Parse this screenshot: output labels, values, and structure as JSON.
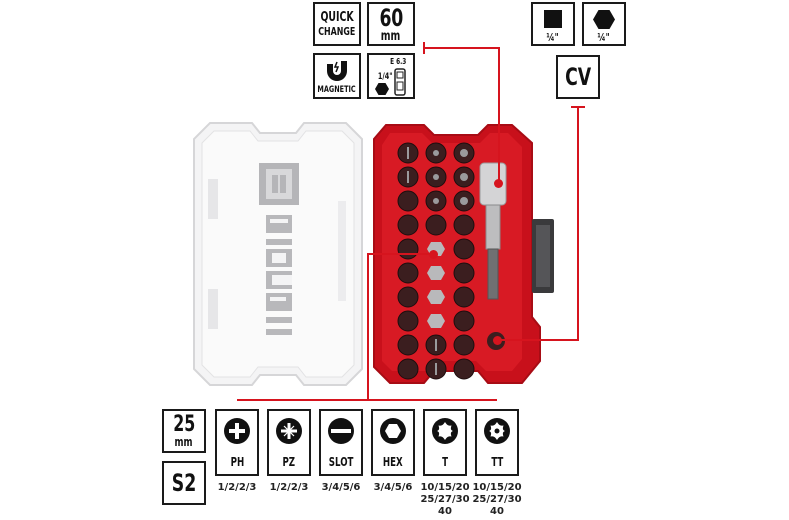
{
  "colors": {
    "accent": "#d6141e",
    "border": "#1a1a1a",
    "tray": "#c8101b",
    "lid": "#eeeeee"
  },
  "top_features": {
    "quick_change": {
      "line1": "QUICK",
      "line2": "CHANGE"
    },
    "length_holder": {
      "value": "60",
      "unit": "mm"
    },
    "magnetic": {
      "label": "MAGNETIC",
      "icon": "magnet-icon"
    },
    "drive": {
      "standard": "E 6.3",
      "size": "1/4\"",
      "icon": "hex-shank-icon"
    }
  },
  "right_features": {
    "square_drive": {
      "label": "¼\"",
      "icon": "square-icon"
    },
    "hex_drive": {
      "label": "¼\"",
      "icon": "hexagon-icon"
    },
    "material": {
      "label": "CV"
    }
  },
  "left_features": {
    "bit_length": {
      "value": "25",
      "unit": "mm"
    },
    "material": {
      "label": "S2"
    }
  },
  "bit_types": [
    {
      "label": "PH",
      "icon": "phillips-icon",
      "sizes": "1/2/2/3"
    },
    {
      "label": "PZ",
      "icon": "pozidriv-icon",
      "sizes": "1/2/2/3"
    },
    {
      "label": "SLOT",
      "icon": "slotted-icon",
      "sizes": "3/4/5/6"
    },
    {
      "label": "HEX",
      "icon": "hex-socket-icon",
      "sizes": "3/4/5/6"
    },
    {
      "label": "T",
      "icon": "torx-icon",
      "sizes": "10/15/20\n25/27/30\n40"
    },
    {
      "label": "TT",
      "icon": "torx-tamper-icon",
      "sizes": "10/15/20\n25/27/30\n40"
    }
  ],
  "product": {
    "brand_on_lid": "Einhell"
  }
}
